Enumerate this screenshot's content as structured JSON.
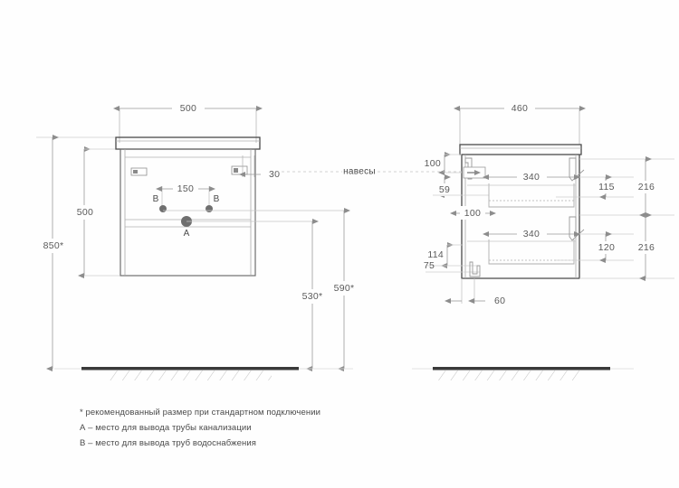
{
  "document": {
    "type": "technical-drawing",
    "title": "Bathroom vanity cabinet installation drawing",
    "background_color": "#fefefe",
    "line_color": "#9a9a9a",
    "outline_color": "#4a4a4a",
    "dim_text_color": "#5a5a5a",
    "marker_color": "#6f6f6f"
  },
  "front_view": {
    "name": "front-view",
    "dimensions": {
      "width_top": "500",
      "body_height": "500",
      "total_height": "850*",
      "handle_spacing": "150",
      "overhang": "30",
      "drain_height": "530*",
      "water_height": "590*"
    },
    "markers": {
      "water_left": "B",
      "water_right": "B",
      "drain": "A"
    }
  },
  "side_view": {
    "name": "side-view",
    "dimensions": {
      "depth": "460",
      "top_to_hanger": "100",
      "hanger_offset": "59",
      "front_inset": "100",
      "drawer_upper_width": "340",
      "drawer_lower_width": "340",
      "lower_offset": "114",
      "base_height": "75",
      "pipe_width": "60",
      "upper_drawer_inner": "115",
      "upper_drawer_outer": "216",
      "lower_drawer_inner": "120",
      "lower_drawer_outer": "216"
    }
  },
  "annotations": {
    "hangers_label": "навесы"
  },
  "legend": {
    "lines": [
      "* рекомендованный размер при стандартном подключении",
      "А – место для вывода трубы канализации",
      "В – место для вывода труб водоснабжения"
    ]
  }
}
